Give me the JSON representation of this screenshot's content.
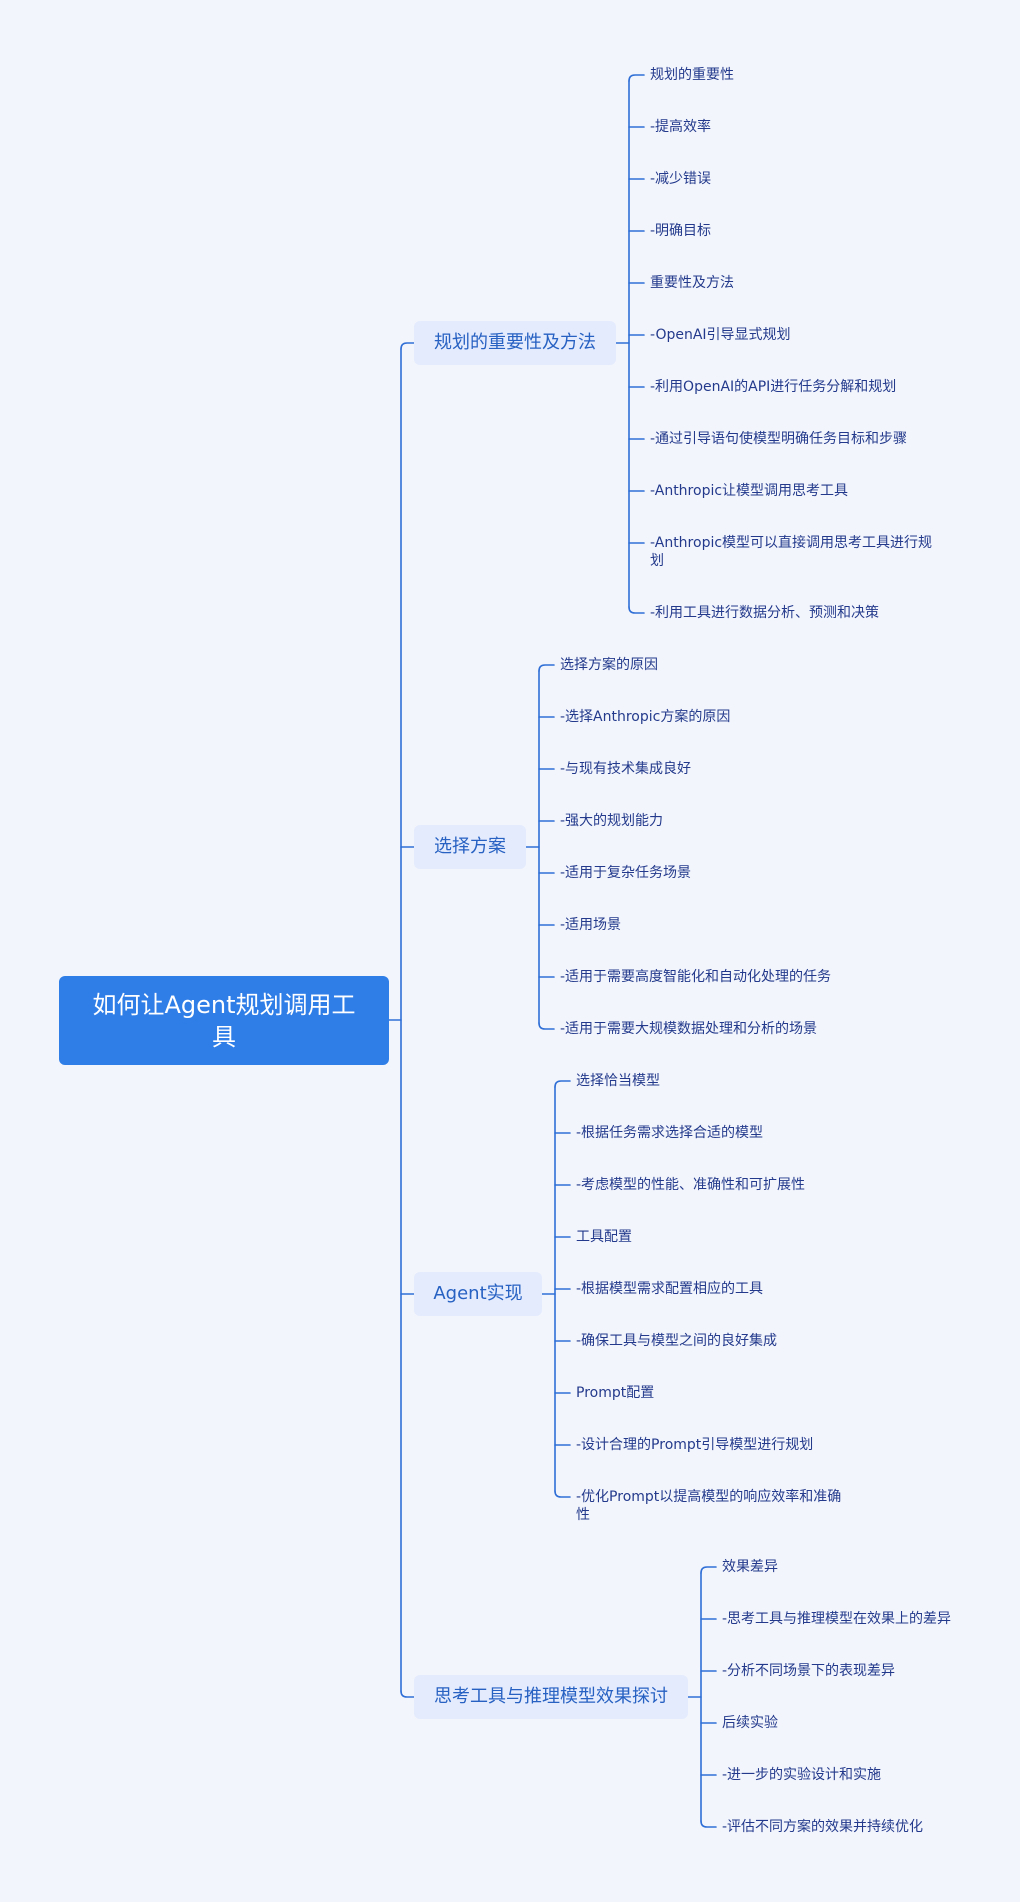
{
  "root": {
    "title": "如何让Agent规划调用工具"
  },
  "colors": {
    "line": "#2f6fd6",
    "root_bg": "#2f7ee8",
    "branch_bg": "#e3ebfd",
    "branch_text": "#2761c2",
    "leaf_text": "#233a8c",
    "background": "#f3f5fc"
  },
  "branches": [
    {
      "label": "规划的重要性及方法",
      "leaves": [
        "规划的重要性",
        "-提高效率",
        "-减少错误",
        "-明确目标",
        "重要性及方法",
        "-OpenAI引导显式规划",
        "-利用OpenAI的API进行任务分解和规划",
        "-通过引导语句使模型明确任务目标和步骤",
        "-Anthropic让模型调用思考工具",
        "-Anthropic模型可以直接调用思考工具进行规划",
        "-利用工具进行数据分析、预测和决策"
      ]
    },
    {
      "label": "选择方案",
      "leaves": [
        "选择方案的原因",
        "-选择Anthropic方案的原因",
        "-与现有技术集成良好",
        "-强大的规划能力",
        "-适用于复杂任务场景",
        "-适用场景",
        "-适用于需要高度智能化和自动化处理的任务",
        "-适用于需要大规模数据处理和分析的场景"
      ]
    },
    {
      "label": "Agent实现",
      "leaves": [
        "选择恰当模型",
        "-根据任务需求选择合适的模型",
        "-考虑模型的性能、准确性和可扩展性",
        "工具配置",
        "-根据模型需求配置相应的工具",
        "-确保工具与模型之间的良好集成",
        "Prompt配置",
        "-设计合理的Prompt引导模型进行规划",
        "-优化Prompt以提高模型的响应效率和准确性"
      ]
    },
    {
      "label": "思考工具与推理模型效果探讨",
      "leaves": [
        "效果差异",
        "-思考工具与推理模型在效果上的差异",
        "-分析不同场景下的表现差异",
        "后续实验",
        "-进一步的实验设计和实施",
        "-评估不同方案的效果并持续优化"
      ]
    }
  ]
}
